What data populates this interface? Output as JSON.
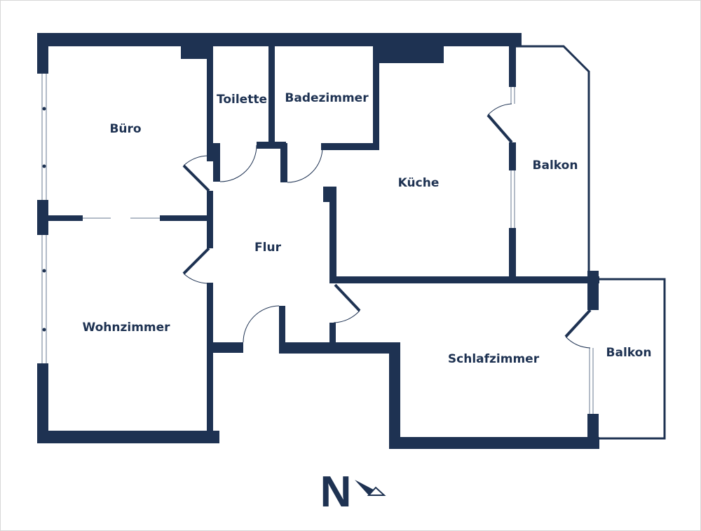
{
  "rooms": {
    "buero": "Büro",
    "toilette": "Toilette",
    "badezimmer": "Badezimmer",
    "kueche": "Küche",
    "balkon_east": "Balkon",
    "flur": "Flur",
    "wohnzimmer": "Wohnzimmer",
    "schlafzimmer": "Schlafzimmer",
    "balkon_south": "Balkon"
  },
  "compass": {
    "letter": "N",
    "icon": "north-arrow-icon"
  },
  "colors": {
    "wall": "#1e3252",
    "background": "#ffffff",
    "window": "#9aa6b6"
  }
}
